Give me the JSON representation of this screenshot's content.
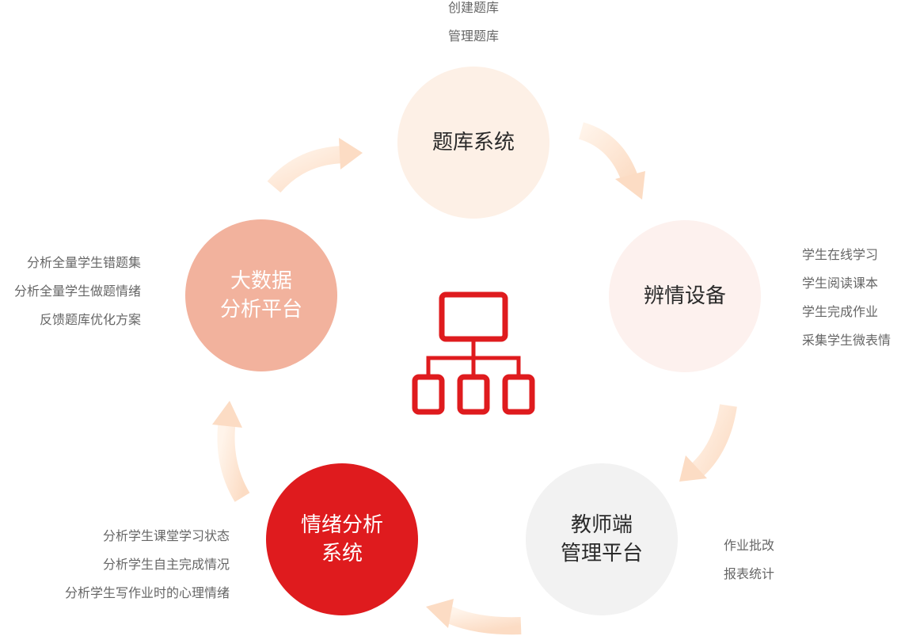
{
  "nodes": {
    "bank": {
      "line1": "题库系统",
      "line2": ""
    },
    "device": {
      "line1": "辨情设备",
      "line2": ""
    },
    "teacher": {
      "line1": "教师端",
      "line2": "管理平台"
    },
    "emotion": {
      "line1": "情绪分析",
      "line2": "系统"
    },
    "bigdata": {
      "line1": "大数据",
      "line2": "分析平台"
    }
  },
  "notes": {
    "bank": [
      "创建题库",
      "管理题库"
    ],
    "device": [
      "学生在线学习",
      "学生阅读课本",
      "学生完成作业",
      "采集学生微表情"
    ],
    "teacher": [
      "作业批改",
      "报表统计"
    ],
    "emotion": [
      "分析学生课堂学习状态",
      "分析学生自主完成情况",
      "分析学生写作业时的心理情绪"
    ],
    "bigdata": [
      "分析全量学生错题集",
      "分析全量学生做题情绪",
      "反馈题库优化方案"
    ]
  },
  "icons": {
    "center": "network-hierarchy-icon",
    "arrows": "curved-arrow-icon"
  },
  "colors": {
    "accent_red": "#df1b1e",
    "arrow": "#fde6d4",
    "bank_fill": "#fdf0e6",
    "device_fill": "#fdf1ee",
    "teacher_fill": "#f2f2f2",
    "bigdata_fill": "#f2b29d"
  }
}
